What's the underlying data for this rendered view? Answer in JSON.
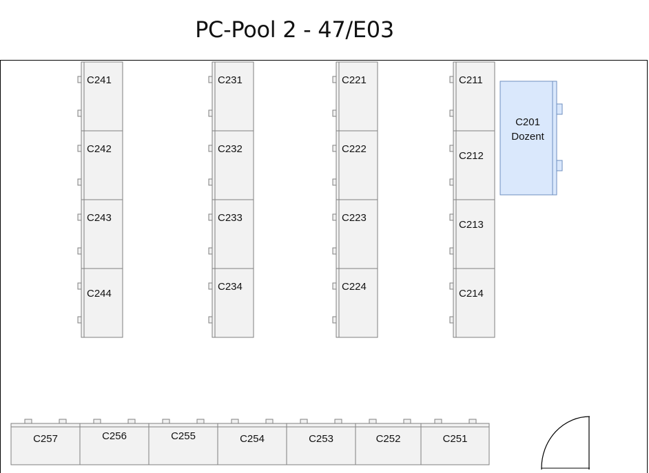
{
  "title": "PC-Pool 2 - 47/E03",
  "colors": {
    "desk_fill": "#f2f2f2",
    "desk_stroke": "#7f7f7f",
    "lecturer_fill": "#dae8fc",
    "lecturer_stroke": "#6c8ebf"
  },
  "columns": [
    {
      "seats": [
        {
          "id": "C241",
          "label_pos": "top"
        },
        {
          "id": "C242",
          "label_pos": "top"
        },
        {
          "id": "C243",
          "label_pos": "top"
        },
        {
          "id": "C244",
          "label_pos": "mid"
        }
      ]
    },
    {
      "seats": [
        {
          "id": "C231",
          "label_pos": "top"
        },
        {
          "id": "C232",
          "label_pos": "top"
        },
        {
          "id": "C233",
          "label_pos": "top"
        },
        {
          "id": "C234",
          "label_pos": "top"
        }
      ]
    },
    {
      "seats": [
        {
          "id": "C221",
          "label_pos": "top"
        },
        {
          "id": "C222",
          "label_pos": "top"
        },
        {
          "id": "C223",
          "label_pos": "top"
        },
        {
          "id": "C224",
          "label_pos": "top"
        }
      ]
    },
    {
      "seats": [
        {
          "id": "C211",
          "label_pos": "top"
        },
        {
          "id": "C212",
          "label_pos": "mid"
        },
        {
          "id": "C213",
          "label_pos": "mid"
        },
        {
          "id": "C214",
          "label_pos": "mid"
        }
      ]
    }
  ],
  "lecturer": {
    "id": "C201",
    "role": "Dozent"
  },
  "bottom_row": [
    "C257",
    "C256",
    "C255",
    "C254",
    "C253",
    "C252",
    "C251"
  ]
}
